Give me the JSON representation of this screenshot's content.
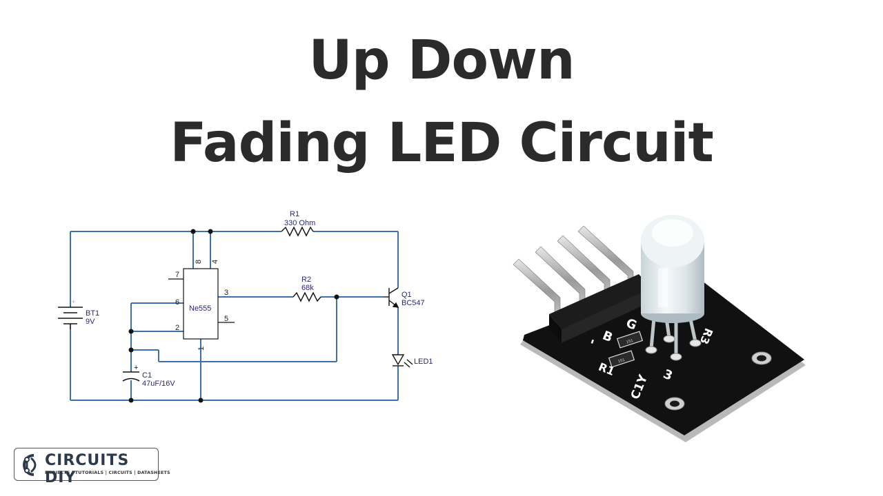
{
  "title": {
    "line1": "Up Down",
    "line2": "Fading LED Circuit"
  },
  "schematic": {
    "components": {
      "r1": {
        "ref": "R1",
        "value": "330 Ohm"
      },
      "r2": {
        "ref": "R2",
        "value": "68k"
      },
      "q1": {
        "ref": "Q1",
        "value": "BC547"
      },
      "bt1": {
        "ref": "BT1",
        "value": "9V"
      },
      "c1": {
        "ref": "C1",
        "value": "47uF/16V"
      },
      "led1": {
        "ref": "LED1"
      },
      "ic": {
        "ref": "Ne555"
      }
    },
    "ic_pins": [
      "8",
      "4",
      "7",
      "6",
      "2",
      "3",
      "5",
      "1"
    ],
    "polarity": {
      "battery_plus": "+",
      "cap_plus": "+"
    },
    "wire_color": "#3a6fb0"
  },
  "module": {
    "board_labels": {
      "minus": "-",
      "b": "B",
      "g": "G",
      "r3": "R3",
      "r1": "R1",
      "c1y": "C1Y",
      "three": "3"
    },
    "resistor_marks": [
      "151",
      "151"
    ]
  },
  "logo": {
    "brand_main": "CIRCUITS",
    "brand_suffix": "DIY",
    "tagline": "PROJECTS | TUTORIALS | CIRCUITS | DATASHEETS"
  }
}
